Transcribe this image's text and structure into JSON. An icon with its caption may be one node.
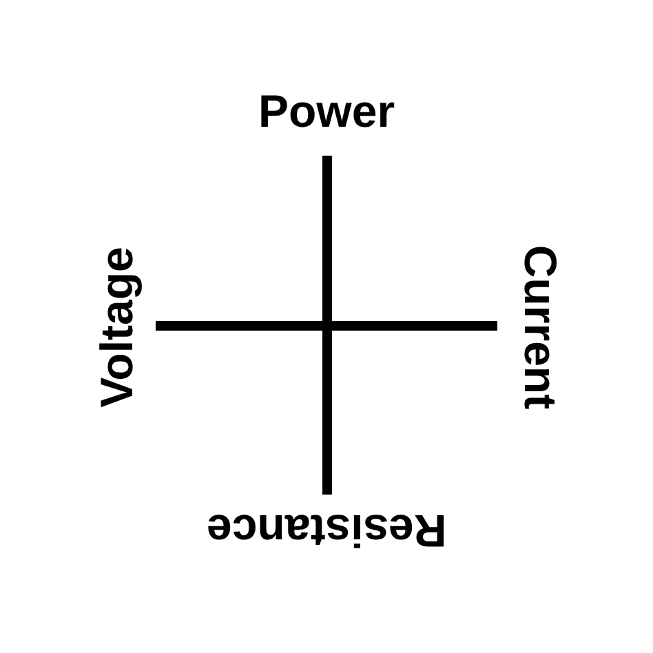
{
  "diagram": {
    "labels": [
      "Power",
      "Current",
      "Resistance",
      "Voltage"
    ]
  }
}
